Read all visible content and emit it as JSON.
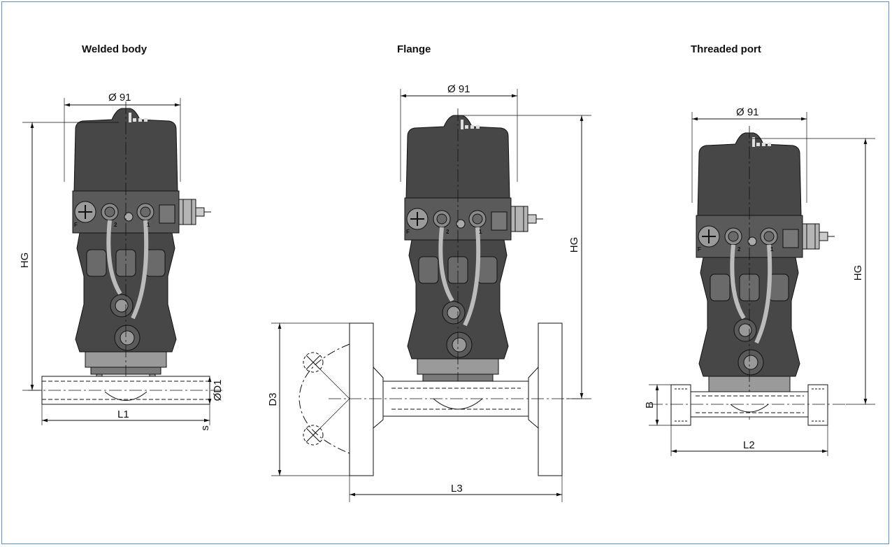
{
  "views": [
    {
      "title": "Welded body",
      "dims": {
        "diameter": "Ø 91",
        "height": "HG",
        "length": "L1",
        "pipe_od": "ØD1",
        "wall": "s"
      }
    },
    {
      "title": "Flange",
      "dims": {
        "diameter": "Ø 91",
        "height": "HG",
        "length": "L3",
        "flange": "D3"
      }
    },
    {
      "title": "Threaded port",
      "dims": {
        "diameter": "Ø 91",
        "height": "HG",
        "length": "L2",
        "thread": "B"
      }
    }
  ],
  "port_labels": {
    "f": "F",
    "p2": "2",
    "p1": "1"
  },
  "colors": {
    "frame": "#5b8fc9",
    "line": "#111111",
    "body": "#474747",
    "body_light": "#8a8a8a",
    "window": "#6a6a6a"
  }
}
